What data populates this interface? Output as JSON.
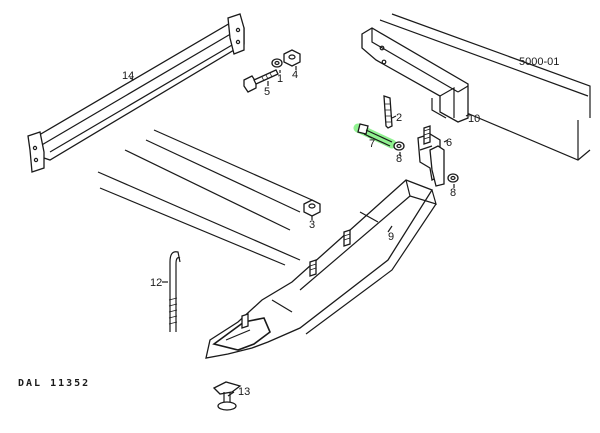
{
  "diagram": {
    "reference": "5000-01",
    "drawing_code": "DAL 11352",
    "highlight_color": "#3dd63d",
    "highlighted_part": "7",
    "callouts": {
      "c1": "1",
      "c2": "2",
      "c3": "3",
      "c4": "4",
      "c5": "5",
      "c6": "6",
      "c7": "7",
      "c8a": "8",
      "c8b": "8",
      "c9": "9",
      "c10": "10",
      "c12": "12",
      "c13": "13",
      "c14": "14"
    }
  }
}
